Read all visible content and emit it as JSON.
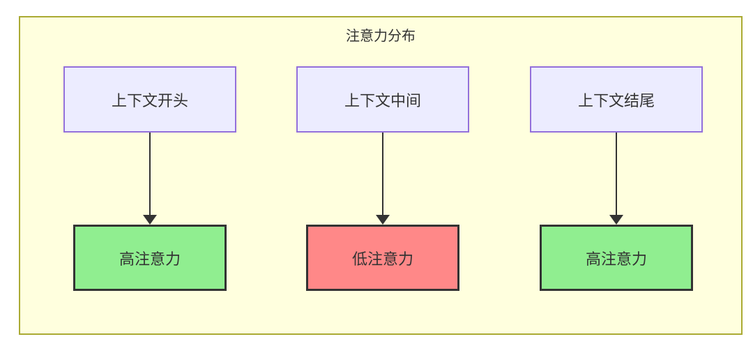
{
  "diagram": {
    "title": "注意力分布",
    "columns": [
      {
        "source_label": "上下文开头",
        "target_label": "高注意力",
        "level": "high"
      },
      {
        "source_label": "上下文中间",
        "target_label": "低注意力",
        "level": "low"
      },
      {
        "source_label": "上下文结尾",
        "target_label": "高注意力",
        "level": "high"
      }
    ]
  },
  "colors": {
    "canvas_bg": "#ffffff",
    "container_bg": "#ffffde",
    "container_border": "#aaaa33",
    "source_bg": "#ececff",
    "source_border": "#9370db",
    "high_bg": "#90ee90",
    "low_bg": "#ff8888",
    "node_border": "#333333",
    "arrow": "#333333",
    "text": "#333333"
  }
}
